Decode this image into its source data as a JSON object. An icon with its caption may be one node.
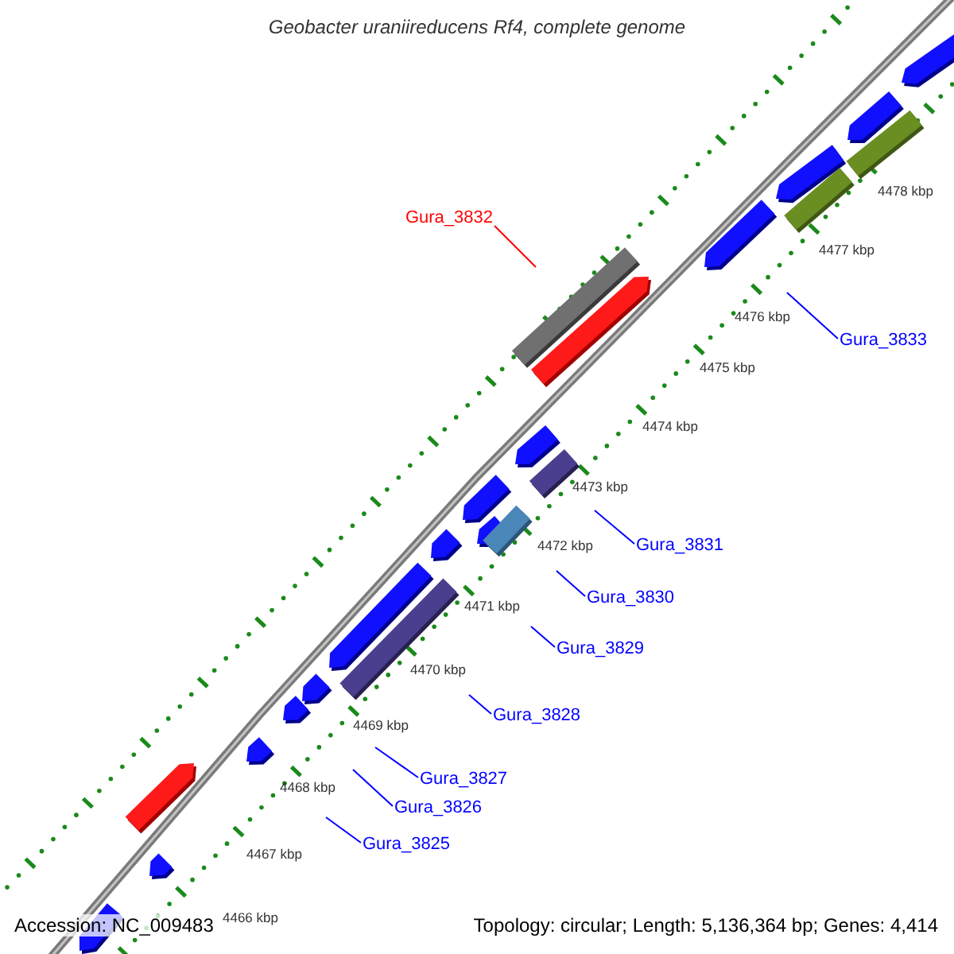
{
  "diagram": {
    "title": "Geobacter uraniireducens Rf4, complete genome",
    "nodes": [
      {
        "text": [
          "Gura_3832"
        ]
      },
      {
        "text": [
          "Gura_3833"
        ]
      },
      {
        "text": [
          "Gura_3831"
        ]
      },
      {
        "text": [
          "Gura_3830"
        ]
      },
      {
        "text": [
          "Gura_3829"
        ]
      },
      {
        "text": [
          "Gura_3828"
        ]
      },
      {
        "text": [
          "Gura_3827"
        ]
      },
      {
        "text": [
          "Gura_3826"
        ]
      },
      {
        "text": [
          "Gura_3825"
        ]
      }
    ],
    "edges": [
      {
        "from": 0,
        "to": null,
        "arrow": "none",
        "color": "#ff0000"
      },
      {
        "from": 1,
        "to": null,
        "arrow": "none"
      },
      {
        "from": 2,
        "to": null,
        "arrow": "none"
      },
      {
        "from": 3,
        "to": null,
        "arrow": "none"
      },
      {
        "from": 4,
        "to": null,
        "arrow": "none"
      },
      {
        "from": 5,
        "to": null,
        "arrow": "none"
      },
      {
        "from": 6,
        "to": null,
        "arrow": "none"
      },
      {
        "from": 7,
        "to": null,
        "arrow": "none"
      },
      {
        "from": 8,
        "to": null,
        "arrow": "none"
      }
    ],
    "labels": [
      "4478 kbp",
      "4477 kbp",
      "4476 kbp",
      "4475 kbp",
      "4474 kbp",
      "4473 kbp",
      "4472 kbp",
      "4471 kbp",
      "4470 kbp",
      "4469 kbp",
      "4468 kbp",
      "4467 kbp",
      "4466 kbp",
      "Accession: NC_009483",
      "Topology: circular; Length: 5,136,364 bp; Genes: 4,414"
    ]
  }
}
